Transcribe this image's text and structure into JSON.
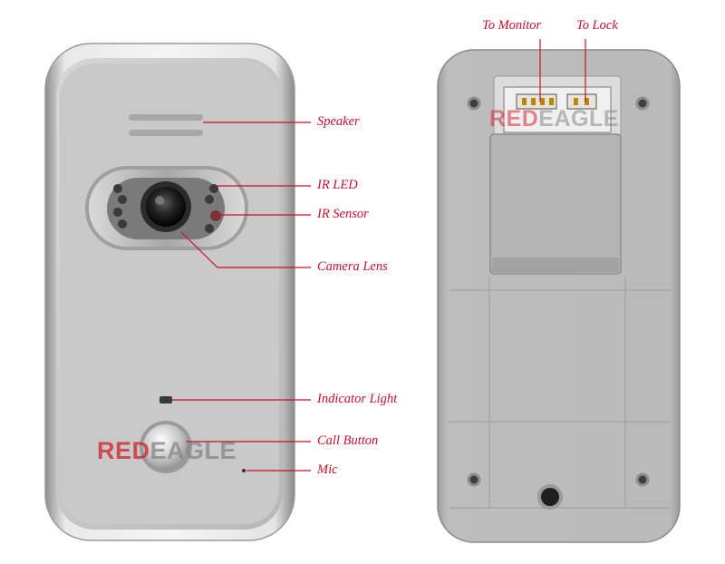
{
  "labels": {
    "speaker": "Speaker",
    "ir_led": "IR LED",
    "ir_sensor": "IR Sensor",
    "camera_lens": "Camera Lens",
    "indicator_light": "Indicator Light",
    "call_button": "Call Button",
    "mic": "Mic",
    "to_monitor": "To Monitor",
    "to_lock": "To Lock"
  },
  "watermark": {
    "red_part": "RED",
    "gray_part": "EAGLE"
  },
  "colors": {
    "annotation": "#c8102e",
    "panel_silver": "#c9c9c9",
    "back_gray": "#b8b8b8"
  }
}
